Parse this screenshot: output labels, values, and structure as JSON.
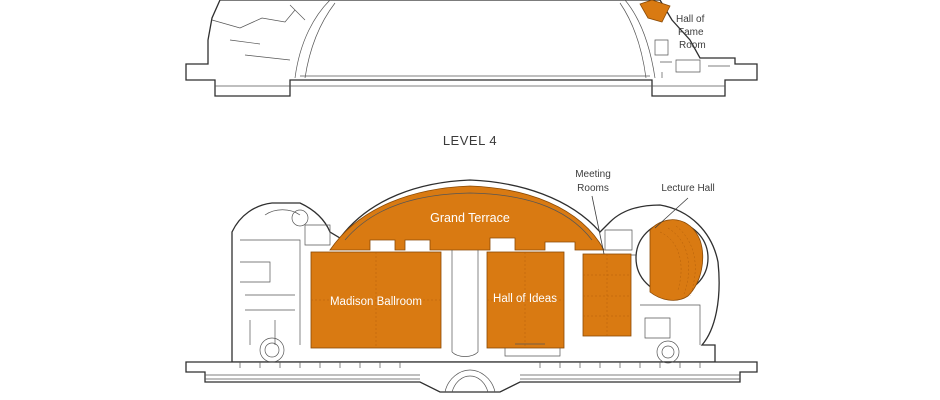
{
  "labels": {
    "hall_of_fame_line1": "Hall of",
    "hall_of_fame_line2": "Fame",
    "hall_of_fame_line3": "Room",
    "level_title": "LEVEL 4",
    "meeting_rooms_line1": "Meeting",
    "meeting_rooms_line2": "Rooms",
    "lecture_hall": "Lecture Hall",
    "grand_terrace": "Grand Terrace",
    "madison_ballroom": "Madison Ballroom",
    "hall_of_ideas": "Hall of Ideas"
  },
  "colors": {
    "room_fill": "#d97a12",
    "wall_stroke": "#2f2f2f",
    "label_text": "#3d3d3d"
  }
}
